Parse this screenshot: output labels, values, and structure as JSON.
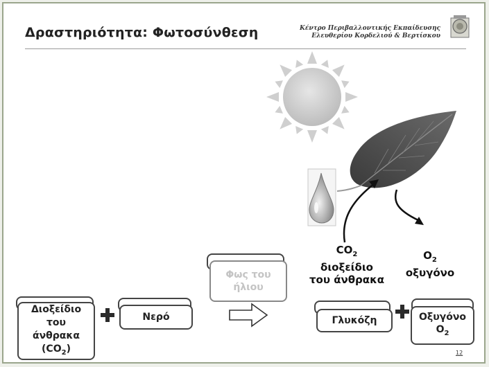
{
  "slide": {
    "title": "Δραστηριότητα: Φωτοσύνθεση",
    "org_line1": "Κέντρο Περιβαλλοντικής Εκπαίδευσης",
    "org_line2": "Ελευθερίου Κορδελιού & Βερτίσκου",
    "page_number": "12"
  },
  "diagram": {
    "co2_formula": "CO",
    "co2_sub": "2",
    "co2_name_line1": "διοξείδιο",
    "co2_name_line2": "του άνθρακα",
    "o2_formula": "O",
    "o2_sub": "2",
    "o2_name": "οξυγόνο"
  },
  "equation": {
    "card1_line1": "Διοξείδιο",
    "card1_line2": "του",
    "card1_line3": "άνθρακα",
    "card1_line4_pre": "(CO",
    "card1_line4_sub": "2",
    "card1_line4_post": ")",
    "card2": "Νερό",
    "sunlight_line1": "Φως του",
    "sunlight_line2": "ήλιου",
    "card3": "Γλυκόζη",
    "card4_line1": "Οξυγόνο",
    "card4_formula": "O",
    "card4_sub": "2"
  },
  "icons": [
    "sun-icon",
    "leaf-icon",
    "water-drop-icon",
    "plus-icon",
    "right-arrow-icon",
    "logo-icon"
  ]
}
